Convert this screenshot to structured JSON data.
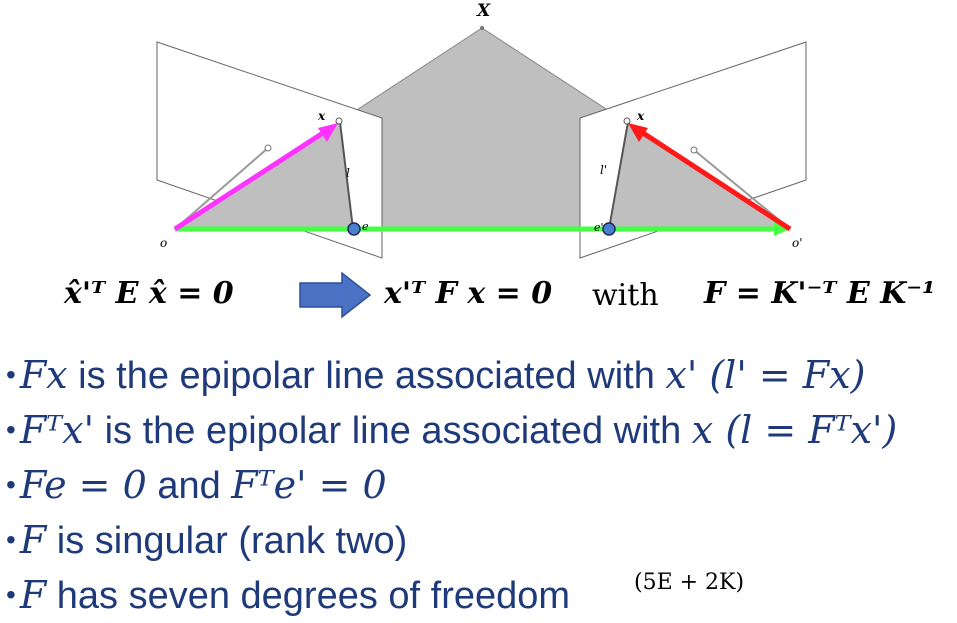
{
  "labels": {
    "X": "X",
    "x_left": "x",
    "x_right": "x",
    "l": "l",
    "l_prime": "l'",
    "e": "e",
    "e_prime": "e'",
    "o": "o",
    "o_prime": "o'"
  },
  "equations": {
    "left": "x̂'ᵀ E x̂ = 0",
    "middle": "x'ᵀ F x = 0",
    "with": "with",
    "right": "F = K'⁻ᵀ E K⁻¹"
  },
  "bullets": [
    {
      "a": "Fx",
      "b": " is the epipolar line associated with ",
      "c": "x'",
      "d": " (l' = Fx)"
    },
    {
      "a": "Fᵀx'",
      "b": " is the epipolar line associated with ",
      "c": "x",
      "d": " (l = Fᵀx')"
    },
    {
      "a": "Fe = 0",
      "b": " and ",
      "c": "Fᵀe' = 0",
      "d": ""
    },
    {
      "a": "F",
      "b": " is singular (rank two)",
      "c": "",
      "d": ""
    },
    {
      "a": "F",
      "b": " has seven degrees of freedom",
      "c": "",
      "d": ""
    }
  ],
  "note": "(5E + 2K)",
  "colors": {
    "magenta": "#ff33ff",
    "red": "#ff1a1a",
    "green": "#44ff44",
    "gray_fill": "#bfbfbf",
    "arrow_blue": "#4a72c4",
    "text_blue": "#1f3a7a",
    "epipole_blue": "#4a7fd0"
  }
}
